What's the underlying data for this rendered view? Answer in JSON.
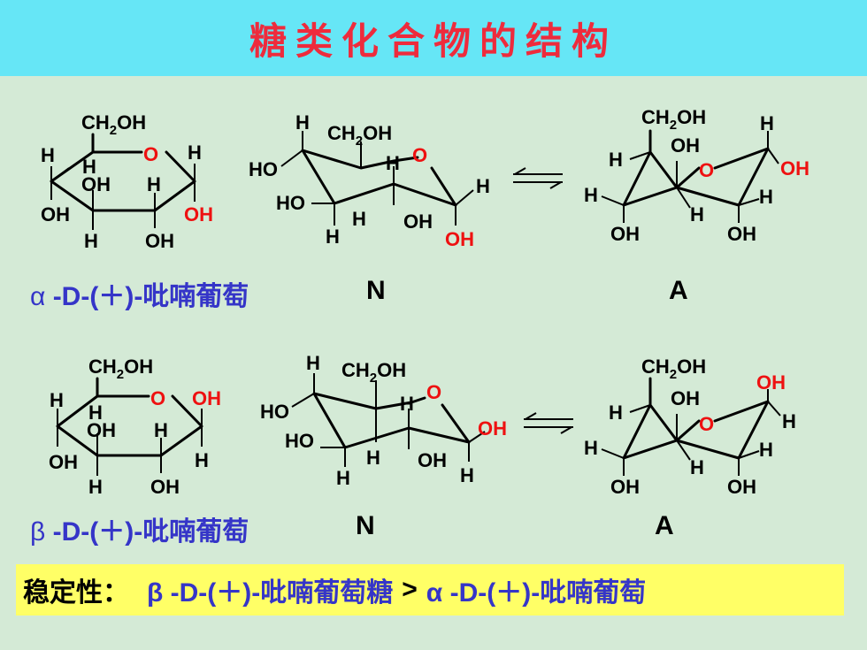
{
  "title": "糖类化合物的结构",
  "alpha_caption": {
    "prefix": "α",
    "name": "-D-(＋)-吡喃葡萄"
  },
  "beta_caption": {
    "prefix": "β",
    "name": "-D-(＋)-吡喃葡萄"
  },
  "alpha_confs": [
    "N",
    "A"
  ],
  "beta_confs": [
    "N",
    "A"
  ],
  "stability": {
    "prefix": "稳定性：",
    "beta": "β -D-(＋)-吡喃葡萄糖",
    "op": ">",
    "alpha": "α -D-(＋)-吡喃葡萄"
  },
  "labels": {
    "ch2oh_a": "CH",
    "ch2oh_b": "2",
    "ch2oh_c": "OH",
    "o": "O",
    "oh": "OH",
    "ho": "HO",
    "h": "H"
  },
  "colors": {
    "title_bg": "#66e6f6",
    "title_text": "#ee2b3c",
    "slide_bg": "#d4ead6",
    "caption": "#3535c8",
    "highlight": "#ffff66",
    "red_atom": "#ee1111"
  }
}
